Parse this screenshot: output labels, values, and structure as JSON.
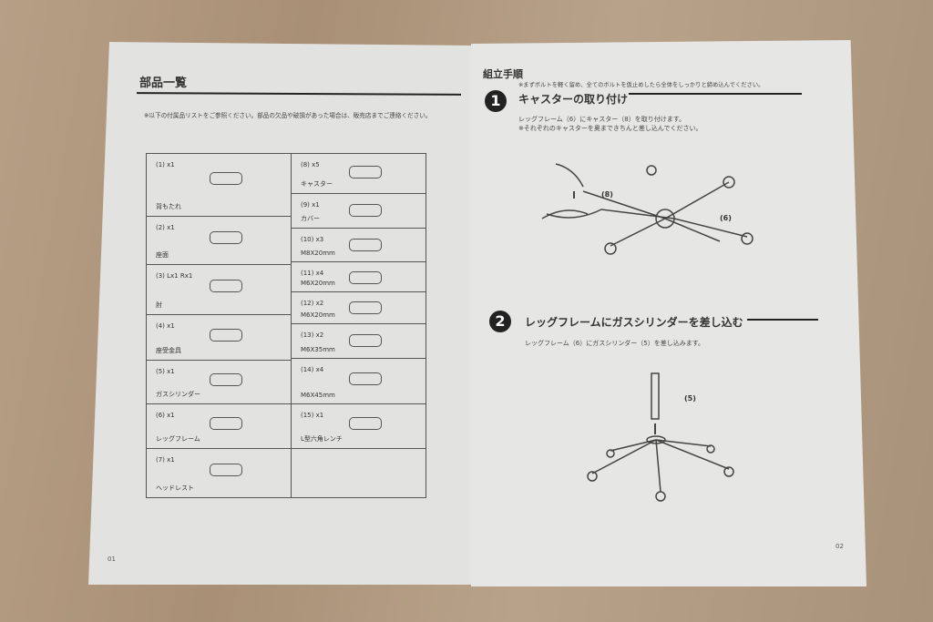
{
  "left_page": {
    "title": "部品一覧",
    "note": "※以下の付属品リストをご参照ください。部品の欠品や破損があった場合は、販売店までご連絡ください。",
    "parts_left": [
      {
        "num": "(1) x1",
        "label": "背もたれ"
      },
      {
        "num": "(2) x1",
        "label": "座面"
      },
      {
        "num": "(3) Lx1 Rx1",
        "label": "肘"
      },
      {
        "num": "(4) x1",
        "label": "座受金具"
      },
      {
        "num": "(5) x1",
        "label": "ガスシリンダー"
      },
      {
        "num": "(6) x1",
        "label": "レッグフレーム"
      },
      {
        "num": "(7) x1",
        "label": "ヘッドレスト"
      }
    ],
    "parts_right": [
      {
        "num": "(8) x5",
        "label": "キャスター"
      },
      {
        "num": "(9) x1",
        "label": "カバー"
      },
      {
        "num": "(10) x3",
        "label": "M8X20mm"
      },
      {
        "num": "(11) x4",
        "label": "M6X20mm"
      },
      {
        "num": "(12) x2",
        "label": "M6X20mm"
      },
      {
        "num": "(13) x2",
        "label": "M6X35mm"
      },
      {
        "num": "(14) x4",
        "label": "M6X45mm"
      },
      {
        "num": "(15) x1",
        "label": "L型六角レンチ"
      }
    ],
    "page_number": "01"
  },
  "right_page": {
    "title": "組立手順",
    "note": "※まずボルトを軽く留め、全てのボルトを仮止めしたら全体をしっかりと締め込んでください。",
    "steps": [
      {
        "num": "1",
        "title": "キャスターの取り付け",
        "text1": "レッグフレーム（6）にキャスター（8）を取り付けます。",
        "text2": "※それぞれのキャスターを奥まできちんと差し込んでください。",
        "callouts": [
          "(8)",
          "(6)"
        ]
      },
      {
        "num": "2",
        "title": "レッグフレームにガスシリンダーを差し込む",
        "text1": "レッグフレーム（6）にガスシリンダー（5）を差し込みます。",
        "callouts": [
          "(5)"
        ]
      }
    ],
    "page_number": "02"
  }
}
